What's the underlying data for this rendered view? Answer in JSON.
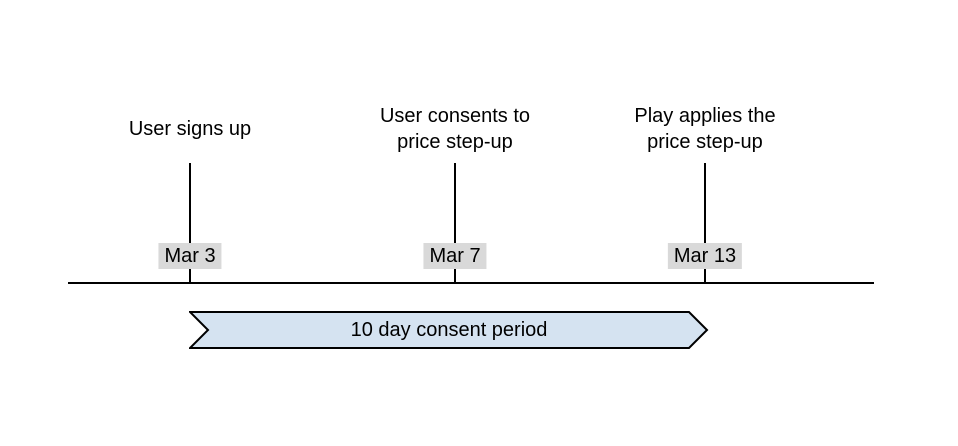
{
  "timeline": {
    "events": [
      {
        "label": "User signs up",
        "date": "Mar 3"
      },
      {
        "label": "User consents to\nprice step-up",
        "date": "Mar 7"
      },
      {
        "label": "Play applies the\nprice step-up",
        "date": "Mar 13"
      }
    ],
    "banner": {
      "label": "10 day consent period"
    },
    "colors": {
      "background": "#ffffff",
      "line": "#000000",
      "text": "#000000",
      "date_badge_bg": "#d9d9d9",
      "banner_fill": "#d5e3f1",
      "banner_stroke": "#000000"
    }
  }
}
